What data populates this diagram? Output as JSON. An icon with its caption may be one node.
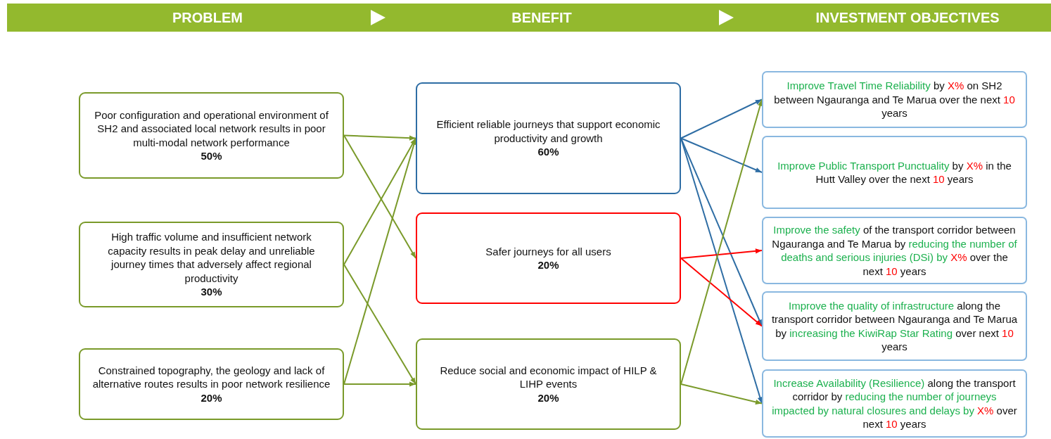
{
  "diagram": {
    "nodes": [
      {
        "text": [
          "PROBLEM",
          "BENEFIT",
          "INVESTMENT OBJECTIVES"
        ]
      },
      {
        "text": [
          "Poor configuration and operational environment of SH2 and associated local network results in poor multi-modal network performance",
          "50%"
        ]
      },
      {
        "text": [
          "High traffic volume and insufficient network capacity results in peak delay and unreliable journey times that adversely affect regional productivity",
          "30%"
        ]
      },
      {
        "text": [
          "Constrained topography, the geology and lack of alternative routes results in poor network resilience",
          "20%"
        ]
      },
      {
        "text": [
          "Efficient reliable journeys that support economic productivity and growth",
          "60%"
        ]
      },
      {
        "text": [
          "Safer journeys for all users",
          "20%"
        ]
      },
      {
        "text": [
          "Reduce social and economic impact of HILP & LIHP events",
          "20%"
        ]
      },
      {
        "text": [
          "Improve Travel Time Reliability by X% on SH2 between Ngauranga and Te Marua over the next 10 years"
        ]
      },
      {
        "text": [
          "Improve Public Transport Punctuality by X% in the Hutt Valley over the next 10 years"
        ]
      },
      {
        "text": [
          "Improve the safety of the transport corridor between Ngauranga and Te Marua by reducing the number of deaths and serious injuries (DSi) by X% over the next 10 years"
        ]
      },
      {
        "text": [
          "Improve the quality of infrastructure along the transport corridor between Ngauranga and Te Marua by increasing the KiwiRap Star Rating over next 10 years"
        ]
      },
      {
        "text": [
          "Increase Availability (Resilience) along the transport corridor by reducing the number of journeys impacted by natural closures and delays by X% over next 10 years"
        ]
      }
    ],
    "edges": [
      {
        "from": 1,
        "to": 4,
        "arrow": "to"
      },
      {
        "from": 1,
        "to": 5,
        "arrow": "to"
      },
      {
        "from": 2,
        "to": 4,
        "arrow": "to"
      },
      {
        "from": 2,
        "to": 6,
        "arrow": "to"
      },
      {
        "from": 3,
        "to": 4,
        "arrow": "to"
      },
      {
        "from": 3,
        "to": 6,
        "arrow": "to"
      },
      {
        "from": 4,
        "to": 7,
        "arrow": "to",
        "color": "#2e6da4"
      },
      {
        "from": 4,
        "to": 8,
        "arrow": "to",
        "color": "#2e6da4"
      },
      {
        "from": 4,
        "to": 10,
        "arrow": "to",
        "color": "#2e6da4"
      },
      {
        "from": 4,
        "to": 11,
        "arrow": "to",
        "color": "#2e6da4"
      },
      {
        "from": 5,
        "to": 9,
        "arrow": "to",
        "color": "#ff0000"
      },
      {
        "from": 5,
        "to": 10,
        "arrow": "to",
        "color": "#ff0000"
      },
      {
        "from": 6,
        "to": 7,
        "arrow": "to"
      },
      {
        "from": 6,
        "to": 11,
        "arrow": "to"
      }
    ]
  }
}
